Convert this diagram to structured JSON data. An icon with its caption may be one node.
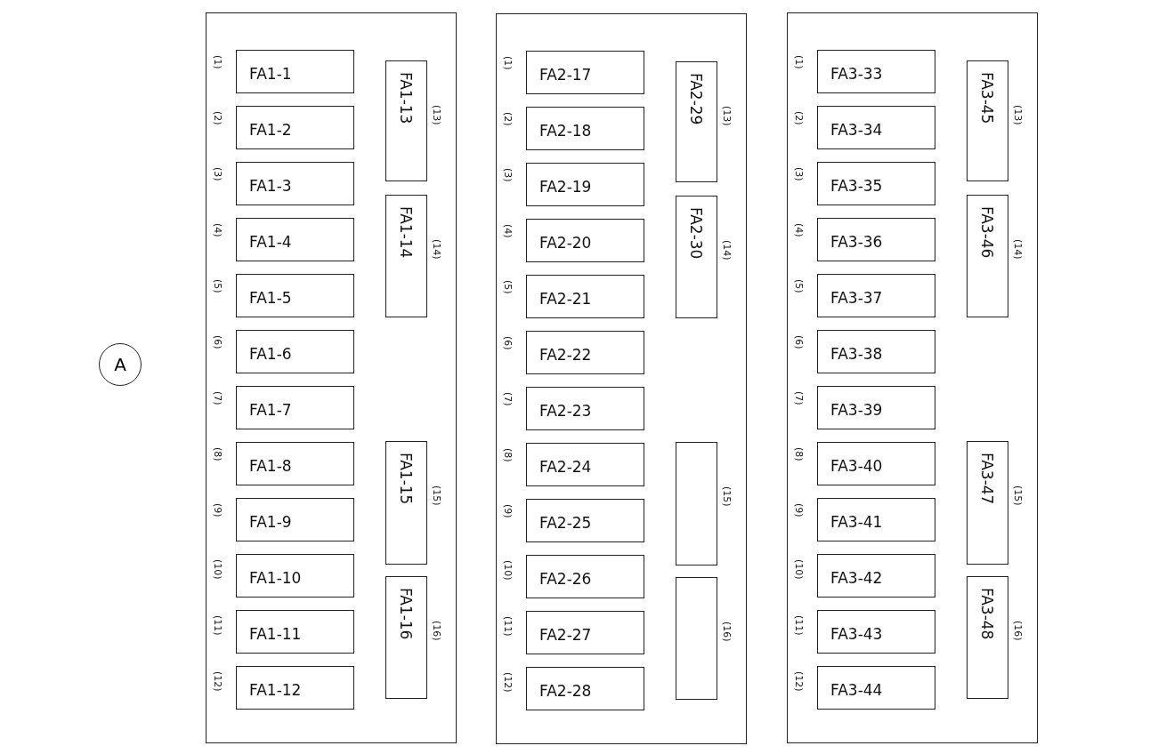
{
  "diagram": {
    "nodes": [
      {
        "text": [
          "A"
        ]
      },
      {
        "text": [],
        "shape": "box"
      },
      {
        "text": [
          "FA1-1"
        ],
        "in": 1,
        "beside": [
          "(1)"
        ]
      },
      {
        "text": [
          "FA1-2"
        ],
        "in": 1,
        "beside": [
          "(2)"
        ]
      },
      {
        "text": [
          "FA1-3"
        ],
        "in": 1,
        "beside": [
          "(3)"
        ]
      },
      {
        "text": [
          "FA1-4"
        ],
        "in": 1,
        "beside": [
          "(4)"
        ]
      },
      {
        "text": [
          "FA1-5"
        ],
        "in": 1,
        "beside": [
          "(5)"
        ]
      },
      {
        "text": [
          "FA1-6"
        ],
        "in": 1,
        "beside": [
          "(6)"
        ]
      },
      {
        "text": [
          "FA1-7"
        ],
        "in": 1,
        "beside": [
          "(7)"
        ]
      },
      {
        "text": [
          "FA1-8"
        ],
        "in": 1,
        "beside": [
          "(8)"
        ]
      },
      {
        "text": [
          "FA1-9"
        ],
        "in": 1,
        "beside": [
          "(9)"
        ]
      },
      {
        "text": [
          "FA1-10"
        ],
        "in": 1,
        "beside": [
          "(10)"
        ]
      },
      {
        "text": [
          "FA1-11"
        ],
        "in": 1,
        "beside": [
          "(11)"
        ]
      },
      {
        "text": [
          "FA1-12"
        ],
        "in": 1,
        "beside": [
          "(12)"
        ]
      },
      {
        "text": [
          "FA1-13"
        ],
        "in": 1,
        "beside": [
          "(13)"
        ]
      },
      {
        "text": [
          "FA1-14"
        ],
        "in": 1,
        "beside": [
          "(14)"
        ]
      },
      {
        "text": [
          "FA1-15"
        ],
        "in": 1,
        "beside": [
          "(15)"
        ]
      },
      {
        "text": [
          "FA1-16"
        ],
        "in": 1,
        "beside": [
          "(16)"
        ]
      },
      {
        "text": [],
        "shape": "box"
      },
      {
        "text": [
          "FA2-17"
        ],
        "in": 18,
        "beside": [
          "(1)"
        ]
      },
      {
        "text": [
          "FA2-18"
        ],
        "in": 18,
        "beside": [
          "(2)"
        ]
      },
      {
        "text": [
          "FA2-19"
        ],
        "in": 18,
        "beside": [
          "(3)"
        ]
      },
      {
        "text": [
          "FA2-20"
        ],
        "in": 18,
        "beside": [
          "(4)"
        ]
      },
      {
        "text": [
          "FA2-21"
        ],
        "in": 18,
        "beside": [
          "(5)"
        ]
      },
      {
        "text": [
          "FA2-22"
        ],
        "in": 18,
        "beside": [
          "(6)"
        ]
      },
      {
        "text": [
          "FA2-23"
        ],
        "in": 18,
        "beside": [
          "(7)"
        ]
      },
      {
        "text": [
          "FA2-24"
        ],
        "in": 18,
        "beside": [
          "(8)"
        ]
      },
      {
        "text": [
          "FA2-25"
        ],
        "in": 18,
        "beside": [
          "(9)"
        ]
      },
      {
        "text": [
          "FA2-26"
        ],
        "in": 18,
        "beside": [
          "(10)"
        ]
      },
      {
        "text": [
          "FA2-27"
        ],
        "in": 18,
        "beside": [
          "(11)"
        ]
      },
      {
        "text": [
          "FA2-28"
        ],
        "in": 18,
        "beside": [
          "(12)"
        ]
      },
      {
        "text": [
          "FA2-29"
        ],
        "in": 18,
        "beside": [
          "(13)"
        ]
      },
      {
        "text": [
          "FA2-30"
        ],
        "in": 18,
        "beside": [
          "(14)"
        ]
      },
      {
        "text": [],
        "shape": "box",
        "in": 18,
        "beside": [
          "(15)"
        ]
      },
      {
        "text": [],
        "shape": "box",
        "in": 18,
        "beside": [
          "(16)"
        ]
      },
      {
        "text": [],
        "shape": "box"
      },
      {
        "text": [
          "FA3-33"
        ],
        "in": 35,
        "beside": [
          "(1)"
        ]
      },
      {
        "text": [
          "FA3-34"
        ],
        "in": 35,
        "beside": [
          "(2)"
        ]
      },
      {
        "text": [
          "FA3-35"
        ],
        "in": 35,
        "beside": [
          "(3)"
        ]
      },
      {
        "text": [
          "FA3-36"
        ],
        "in": 35,
        "beside": [
          "(4)"
        ]
      },
      {
        "text": [
          "FA3-37"
        ],
        "in": 35,
        "beside": [
          "(5)"
        ]
      },
      {
        "text": [
          "FA3-38"
        ],
        "in": 35,
        "beside": [
          "(6)"
        ]
      },
      {
        "text": [
          "FA3-39"
        ],
        "in": 35,
        "beside": [
          "(7)"
        ]
      },
      {
        "text": [
          "FA3-40"
        ],
        "in": 35,
        "beside": [
          "(8)"
        ]
      },
      {
        "text": [
          "FA3-41"
        ],
        "in": 35,
        "beside": [
          "(9)"
        ]
      },
      {
        "text": [
          "FA3-42"
        ],
        "in": 35,
        "beside": [
          "(10)"
        ]
      },
      {
        "text": [
          "FA3-43"
        ],
        "in": 35,
        "beside": [
          "(11)"
        ]
      },
      {
        "text": [
          "FA3-44"
        ],
        "in": 35,
        "beside": [
          "(12)"
        ]
      },
      {
        "text": [
          "FA3-45"
        ],
        "in": 35,
        "beside": [
          "(13)"
        ]
      },
      {
        "text": [
          "FA3-46"
        ],
        "in": 35,
        "beside": [
          "(14)"
        ]
      },
      {
        "text": [
          "FA3-47"
        ],
        "in": 35,
        "beside": [
          "(15)"
        ]
      },
      {
        "text": [
          "FA3-48"
        ],
        "in": 35,
        "beside": [
          "(16)"
        ]
      }
    ]
  }
}
